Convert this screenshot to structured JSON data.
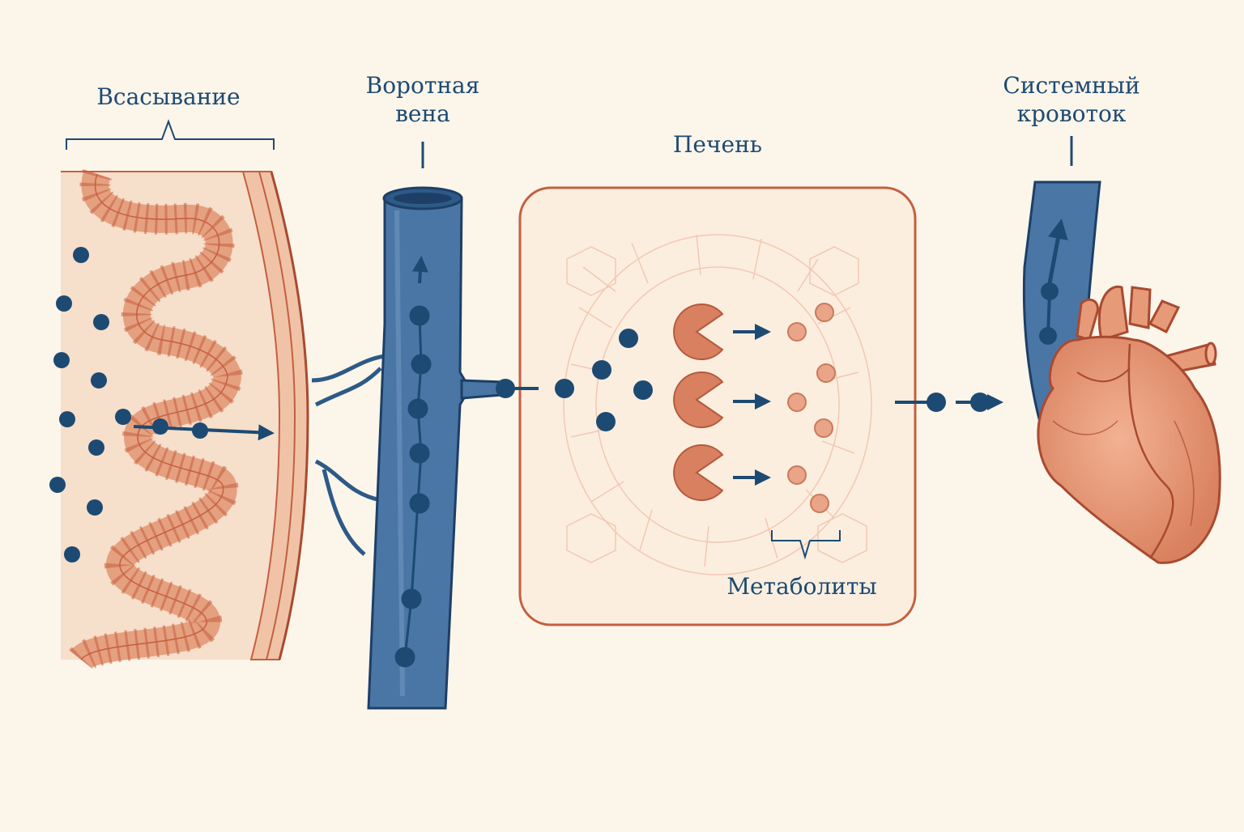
{
  "labels": {
    "absorption": "Всасывание",
    "portal_vein_line1": "Воротная",
    "portal_vein_line2": "вена",
    "liver": "Печень",
    "systemic_line1": "Системный",
    "systemic_line2": "кровоток",
    "metabolites": "Метаболиты"
  },
  "colors": {
    "background": "#fcf5ea",
    "tissue": "#eeb79c",
    "tissue_outline": "#c45f40",
    "vein": "#4a76a6",
    "vein_outline": "#1d3f66",
    "drug_particle": "#1d4a72",
    "enzyme": "#d98061",
    "metabolite": "#eaa488",
    "label_text": "#1d4a72"
  },
  "icons": [
    "intestinal-wall-illustration",
    "portal-vein-illustration",
    "liver-box",
    "enzyme-pacman-icon",
    "heart-illustration",
    "flow-arrow-icon"
  ]
}
